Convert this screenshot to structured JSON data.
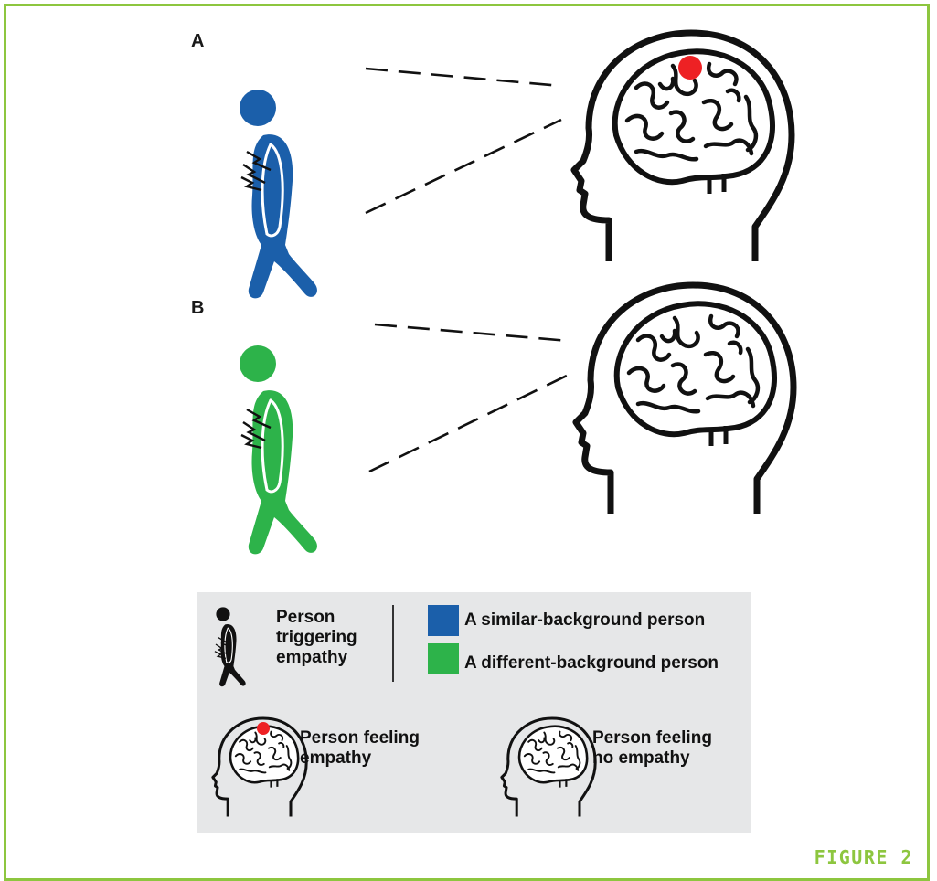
{
  "panels": {
    "a_label": "A",
    "b_label": "B"
  },
  "legend": {
    "trigger_label": "Person\ntriggering\nempathy",
    "similar_label": "A similar-background person",
    "different_label": "A different-background person",
    "feeling_label": "Person feeling\nempathy",
    "no_feeling_label": "Person feeling\nno empathy"
  },
  "figure_label": "FIGURE 2",
  "colors": {
    "similar": "#1b5faa",
    "different": "#2db34a",
    "empathy_spot": "#ee2124",
    "frame": "#8dc63f",
    "legend_bg": "#e6e7e8"
  },
  "icons": [
    "person-in-pain-icon",
    "head-with-brain-icon",
    "pain-spark-icon",
    "empathy-spot-icon"
  ]
}
